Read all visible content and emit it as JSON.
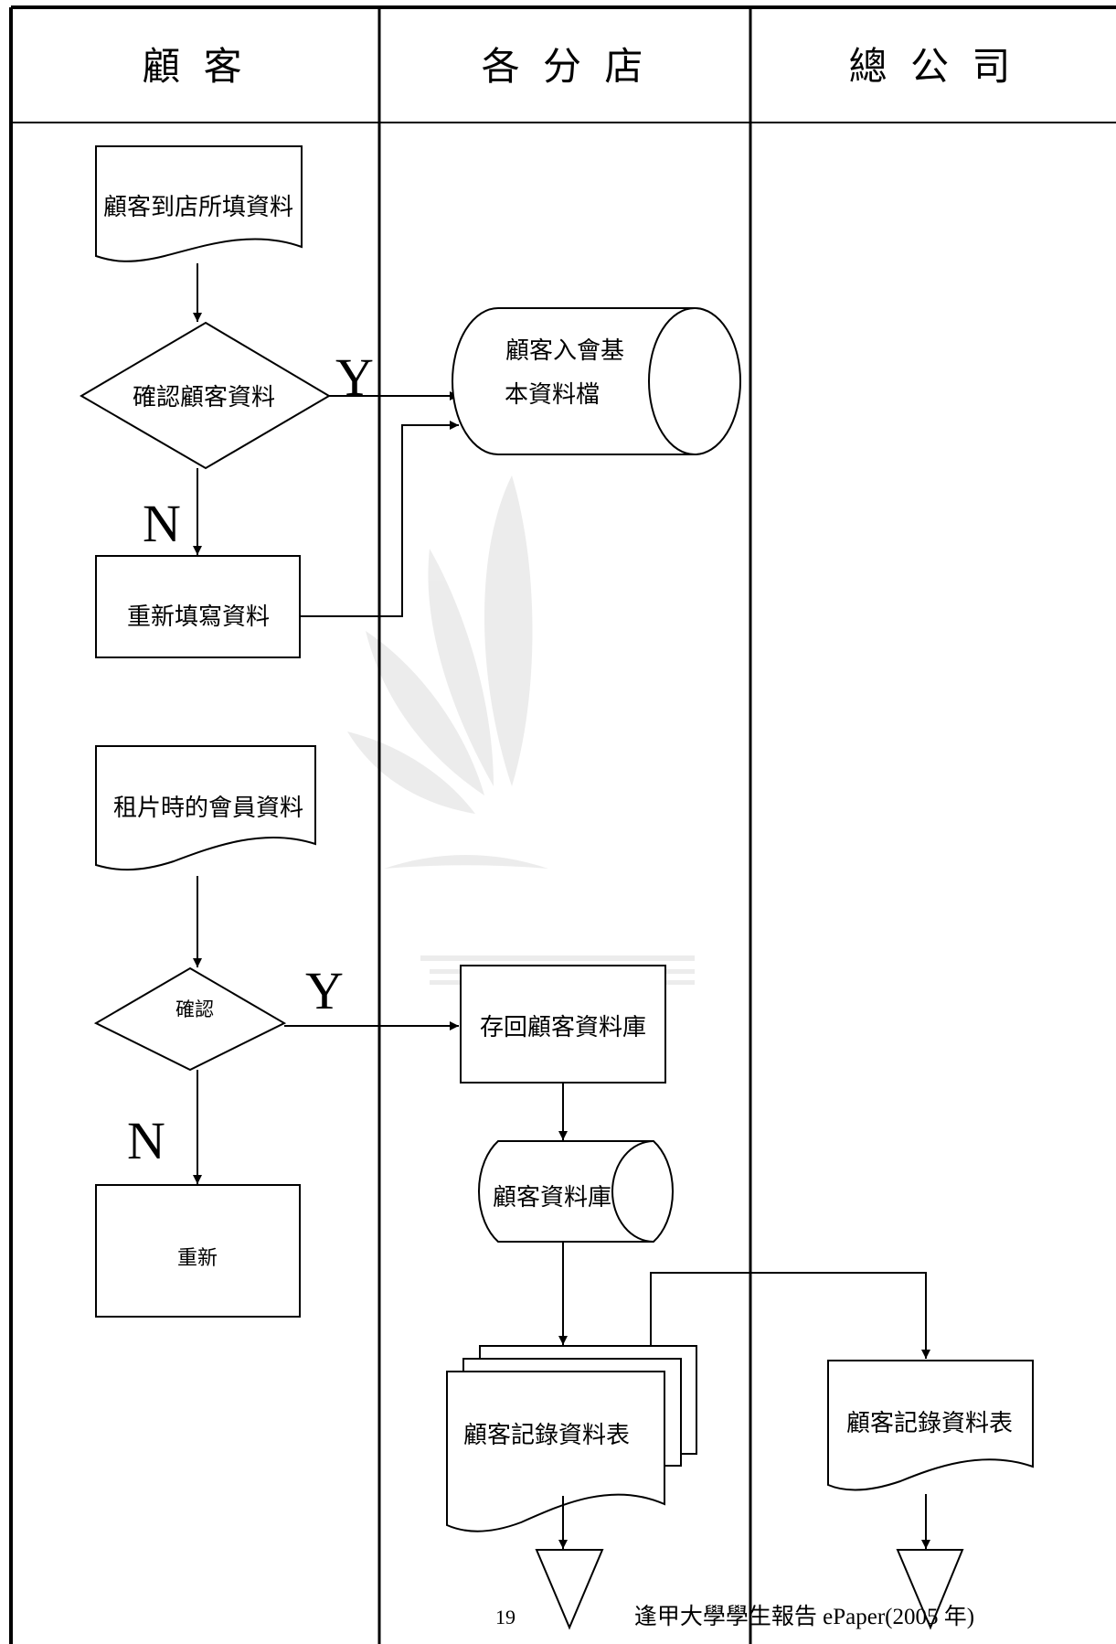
{
  "lanes": {
    "customer": "顧 客",
    "branch": "各 分 店",
    "hq": "總 公 司"
  },
  "nodes": {
    "doc_fill_in": "顧客到店所填資料",
    "check_customer_data": "確認顧客資料",
    "db_member_line1": "顧客入會基",
    "db_member_line2": "本資料檔",
    "rewrite_data": "重新填寫資料",
    "doc_rental_member": "租片時的會員資料",
    "confirm": "確認",
    "redo": "重新",
    "save_to_db": "存回顧客資料庫",
    "customer_db": "顧客資料庫",
    "record_table_branch": "顧客記錄資料表",
    "record_table_hq": "顧客記錄資料表"
  },
  "branches": {
    "yes_1": "Y",
    "no_1": "N",
    "yes_2": "Y",
    "no_2": "N"
  },
  "footer": {
    "page_number": "19",
    "publisher": "逢甲大學學生報告 ePaper(2005 年)"
  }
}
